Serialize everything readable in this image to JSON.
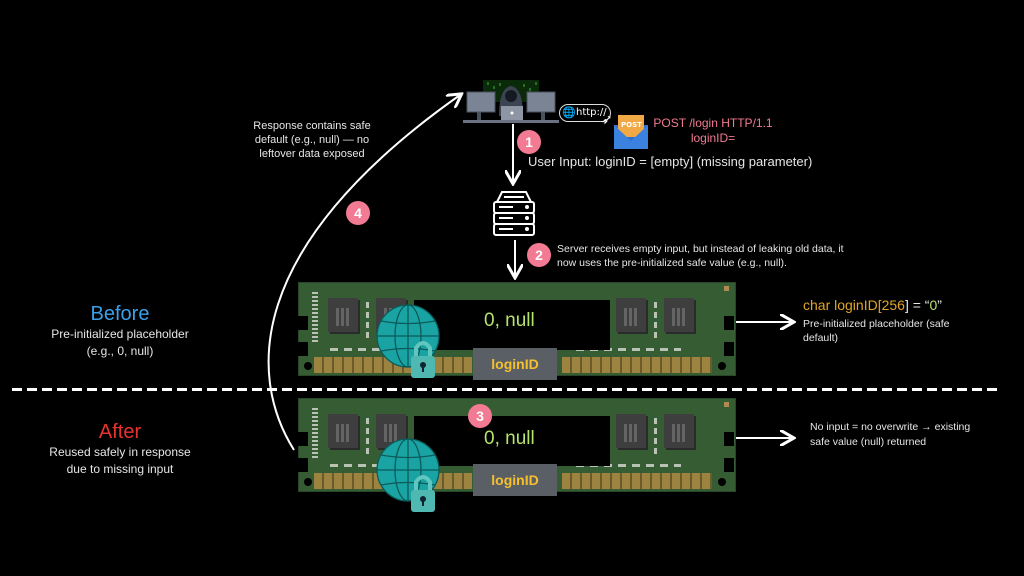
{
  "request": {
    "http_label": "http://",
    "envelope_label": "POST",
    "line1": "POST /login HTTP/1.1",
    "line2": "loginID=",
    "color": "#f27a93"
  },
  "steps": [
    {
      "number": "1",
      "text": "User Input: loginID = [empty] (missing parameter)"
    },
    {
      "number": "2",
      "text_line1": "Server receives empty input, but instead of leaking old data, it",
      "text_line2": "now uses the pre-initialized safe value (e.g., null)."
    },
    {
      "number": "3"
    },
    {
      "number": "4",
      "text_line1": "Response contains safe",
      "text_line2": "default (e.g., null) — no",
      "text_line3": "leftover data exposed"
    }
  ],
  "before": {
    "title": "Before",
    "title_color": "#3aa0e8",
    "desc_line1": "Pre-initialized placeholder",
    "desc_line2": "(e.g., 0, null)",
    "memory_value": "0, null",
    "memory_label": "loginID",
    "code_prefix": "char loginID[",
    "code_size": "256",
    "code_suffix": "] = “",
    "code_value": "0",
    "code_close": "”",
    "note_line1": "Pre-initialized placeholder (safe",
    "note_line2": "default)"
  },
  "after": {
    "title": "After",
    "title_color": "#e8322d",
    "desc_line1": "Reused safely in response",
    "desc_line2": "due to missing input",
    "memory_value": "0, null",
    "memory_label": "loginID",
    "note_line1": "No input = no overwrite → existing",
    "note_line2": "safe value (null) returned"
  },
  "colors": {
    "badge": "#f27a93",
    "memory_value": "#b5e36b",
    "label": "#f5c02c",
    "code": "#e0a52a"
  }
}
